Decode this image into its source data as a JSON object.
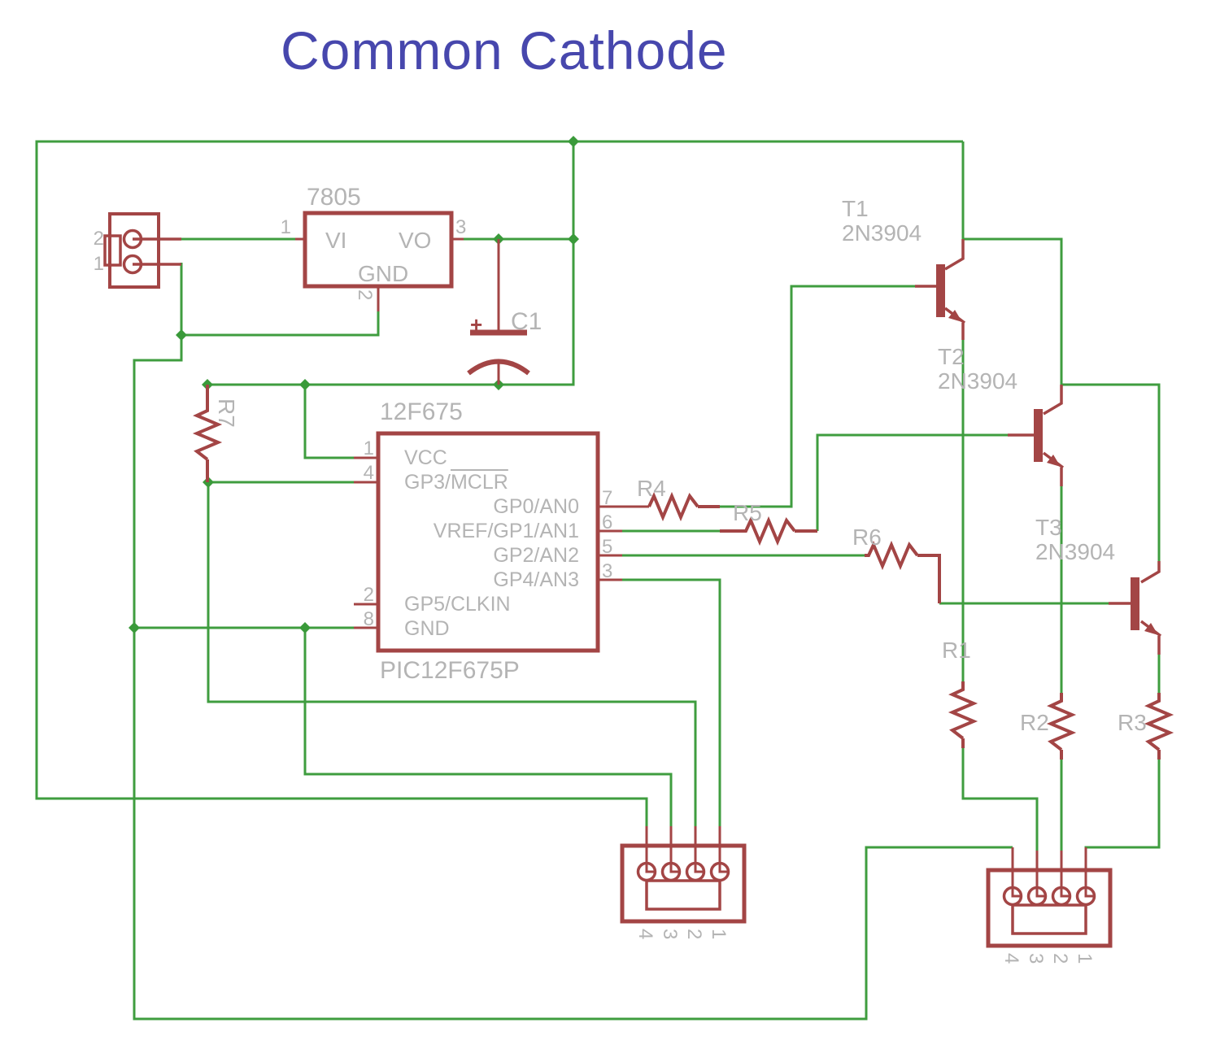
{
  "title": "Common Cathode",
  "colors": {
    "wire": "#3f9d3f",
    "component": "#a34545",
    "label": "#b4b4b4",
    "title": "#4747ad"
  },
  "regulator": {
    "label": "7805",
    "vi": "VI",
    "vo": "VO",
    "gnd": "GND",
    "pin_in": "1",
    "pin_out": "3",
    "pin_gnd": "2"
  },
  "input_connector": {
    "pin_top": "2",
    "pin_bottom": "1"
  },
  "capacitor": {
    "label": "C1",
    "polarity": "+"
  },
  "mcu": {
    "label": "12F675",
    "part": "PIC12F675P",
    "pins": {
      "p1": "1",
      "p4": "4",
      "p2": "2",
      "p8": "8",
      "p7": "7",
      "p6": "6",
      "p5": "5",
      "p3": "3"
    },
    "names": {
      "vcc": "VCC",
      "gp3_prefix": "GP3/",
      "gp3_bar": "MCLR",
      "gp0": "GP0/AN0",
      "gp1": "VREF/GP1/AN1",
      "gp2": "GP2/AN2",
      "gp4": "GP4/AN3",
      "gp5": "GP5/CLKIN",
      "gnd": "GND"
    }
  },
  "resistors": {
    "r1": "R1",
    "r2": "R2",
    "r3": "R3",
    "r4": "R4",
    "r5": "R5",
    "r6": "R6",
    "r7": "R7"
  },
  "transistors": {
    "t1": {
      "ref": "T1",
      "part": "2N3904"
    },
    "t2": {
      "ref": "T2",
      "part": "2N3904"
    },
    "t3": {
      "ref": "T3",
      "part": "2N3904"
    }
  },
  "connector_left": {
    "pins": [
      "4",
      "3",
      "2",
      "1"
    ]
  },
  "connector_right": {
    "pins": [
      "4",
      "3",
      "2",
      "1"
    ]
  }
}
